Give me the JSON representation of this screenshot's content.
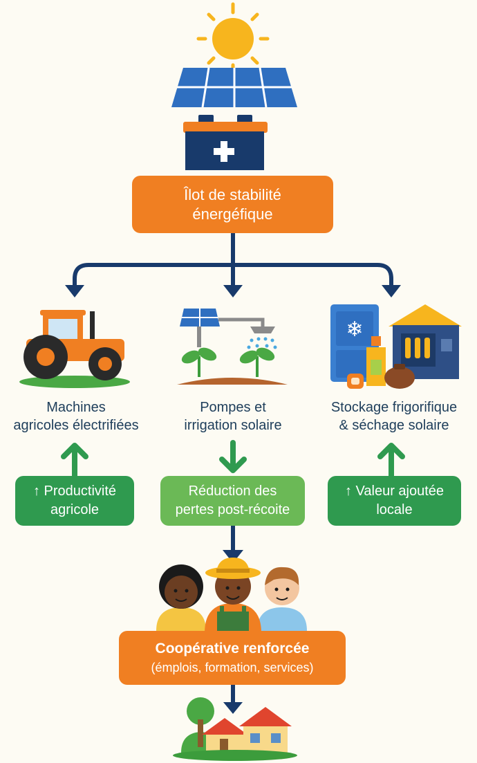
{
  "hub": {
    "line1": "Îlot de stabilité",
    "line2": "énergéfique"
  },
  "branches": [
    {
      "caption_line1": "Machines",
      "caption_line2": "agricoles électrifiées",
      "outcome_line1": "↑ Productivité",
      "outcome_line2": "agricole"
    },
    {
      "caption_line1": "Pompes et",
      "caption_line2": "irrigation solaire",
      "outcome_line1": "Réduction des",
      "outcome_line2": "pertes post-récoite"
    },
    {
      "caption_line1": "Stockage frigorifique",
      "caption_line2": "& séchage solaire",
      "outcome_line1": "↑ Valeur ajoutée",
      "outcome_line2": "locale"
    }
  ],
  "coop": {
    "line1": "Coopérative renforcée",
    "line2": "(émplois, formation, services)"
  },
  "colors": {
    "orange": "#f07f22",
    "green": "#2f9a4f",
    "light_green": "#6bb956",
    "navy": "#183a6b",
    "sun": "#f7b51e",
    "solar_panel": "#2f6fc0"
  },
  "icons": [
    "sun-icon",
    "solar-panel-icon",
    "battery-icon",
    "tractor-icon",
    "irrigation-icon",
    "cold-storage-icon",
    "people-icon",
    "village-icon"
  ]
}
